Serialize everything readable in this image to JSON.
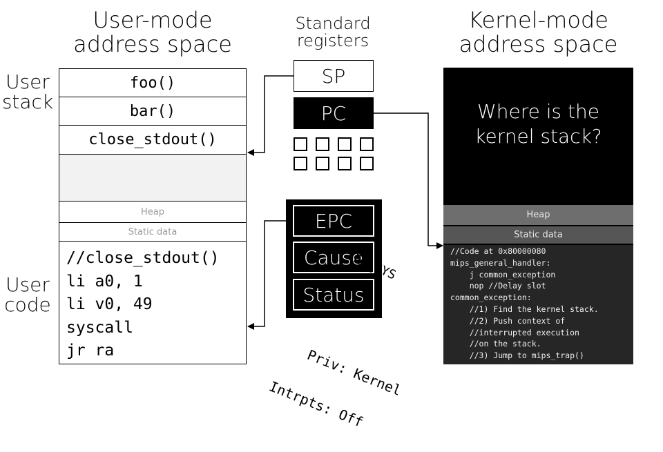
{
  "user_space": {
    "title_line1": "User-mode",
    "title_line2": "address space",
    "stack_label_line1": "User",
    "stack_label_line2": "stack",
    "code_label_line1": "User",
    "code_label_line2": "code",
    "stack_frames": [
      "foo()",
      "bar()",
      "close_stdout()"
    ],
    "heap_label": "Heap",
    "static_label": "Static data",
    "code_lines": [
      "//close_stdout()",
      "li a0, 1",
      "li v0, 49",
      "syscall",
      "jr ra"
    ]
  },
  "registers": {
    "title_line1": "Standard",
    "title_line2": "registers",
    "sp_label": "SP",
    "pc_label": "PC"
  },
  "coprocessor": {
    "epc_label": "EPC",
    "cause_label": "Cause",
    "status_label": "Status",
    "cause_annotation": "EX_SYS",
    "status_annotation_line1": "Priv: Kernel",
    "status_annotation_line2": "Intrpts: Off"
  },
  "kernel_space": {
    "title_line1": "Kernel-mode",
    "title_line2": "address space",
    "question_line1": "Where is the",
    "question_line2": "kernel stack?",
    "heap_label": "Heap",
    "static_label": "Static data",
    "code_lines": [
      "//Code at 0x80000080",
      "mips_general_handler:",
      "    j common_exception",
      "    nop //Delay slot",
      "common_exception:",
      "    //1) Find the kernel stack.",
      "    //2) Push context of",
      "    //interrupted execution",
      "    //on the stack.",
      "    //3) Jump to mips_trap()"
    ]
  },
  "colors": {
    "black": "#000000",
    "free_space": "#f2f2f2",
    "kernel_heap": "#6e6e6e",
    "kernel_static": "#565656",
    "kernel_code": "#262626"
  }
}
